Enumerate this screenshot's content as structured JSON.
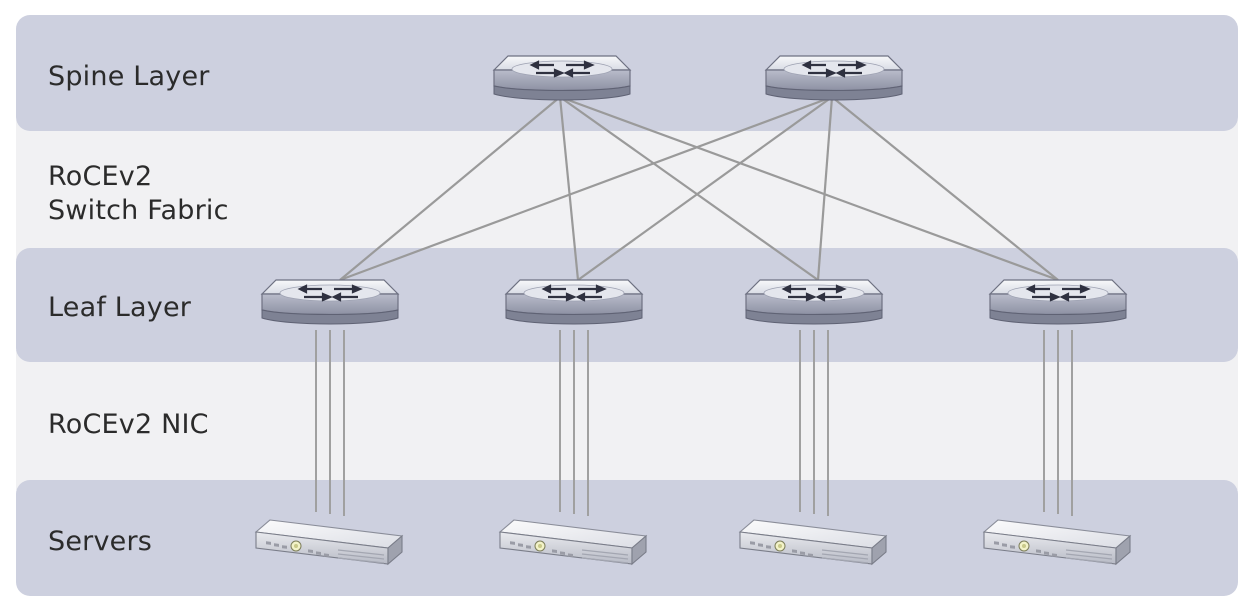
{
  "colors": {
    "layer_band": "#cdd0df",
    "gap_band": "#f1f1f3",
    "link": "#9a9a9a",
    "switch_top": "#eef0f4",
    "switch_side": "#a9adbd",
    "server": "#e6e7ec"
  },
  "layers": {
    "spine": "Spine Layer",
    "fabric_line1": "RoCEv2",
    "fabric_line2": "Switch Fabric",
    "leaf": "Leaf Layer",
    "nic": "RoCEv2 NIC",
    "servers": "Servers"
  },
  "icons": {
    "spine_switches": [
      "switch-icon",
      "switch-icon"
    ],
    "leaf_switches": [
      "switch-icon",
      "switch-icon",
      "switch-icon",
      "switch-icon"
    ],
    "servers": [
      "server-icon",
      "server-icon",
      "server-icon",
      "server-icon"
    ]
  },
  "topology": {
    "spine_to_leaf": "full-mesh",
    "leaf_to_server_links": 3
  }
}
